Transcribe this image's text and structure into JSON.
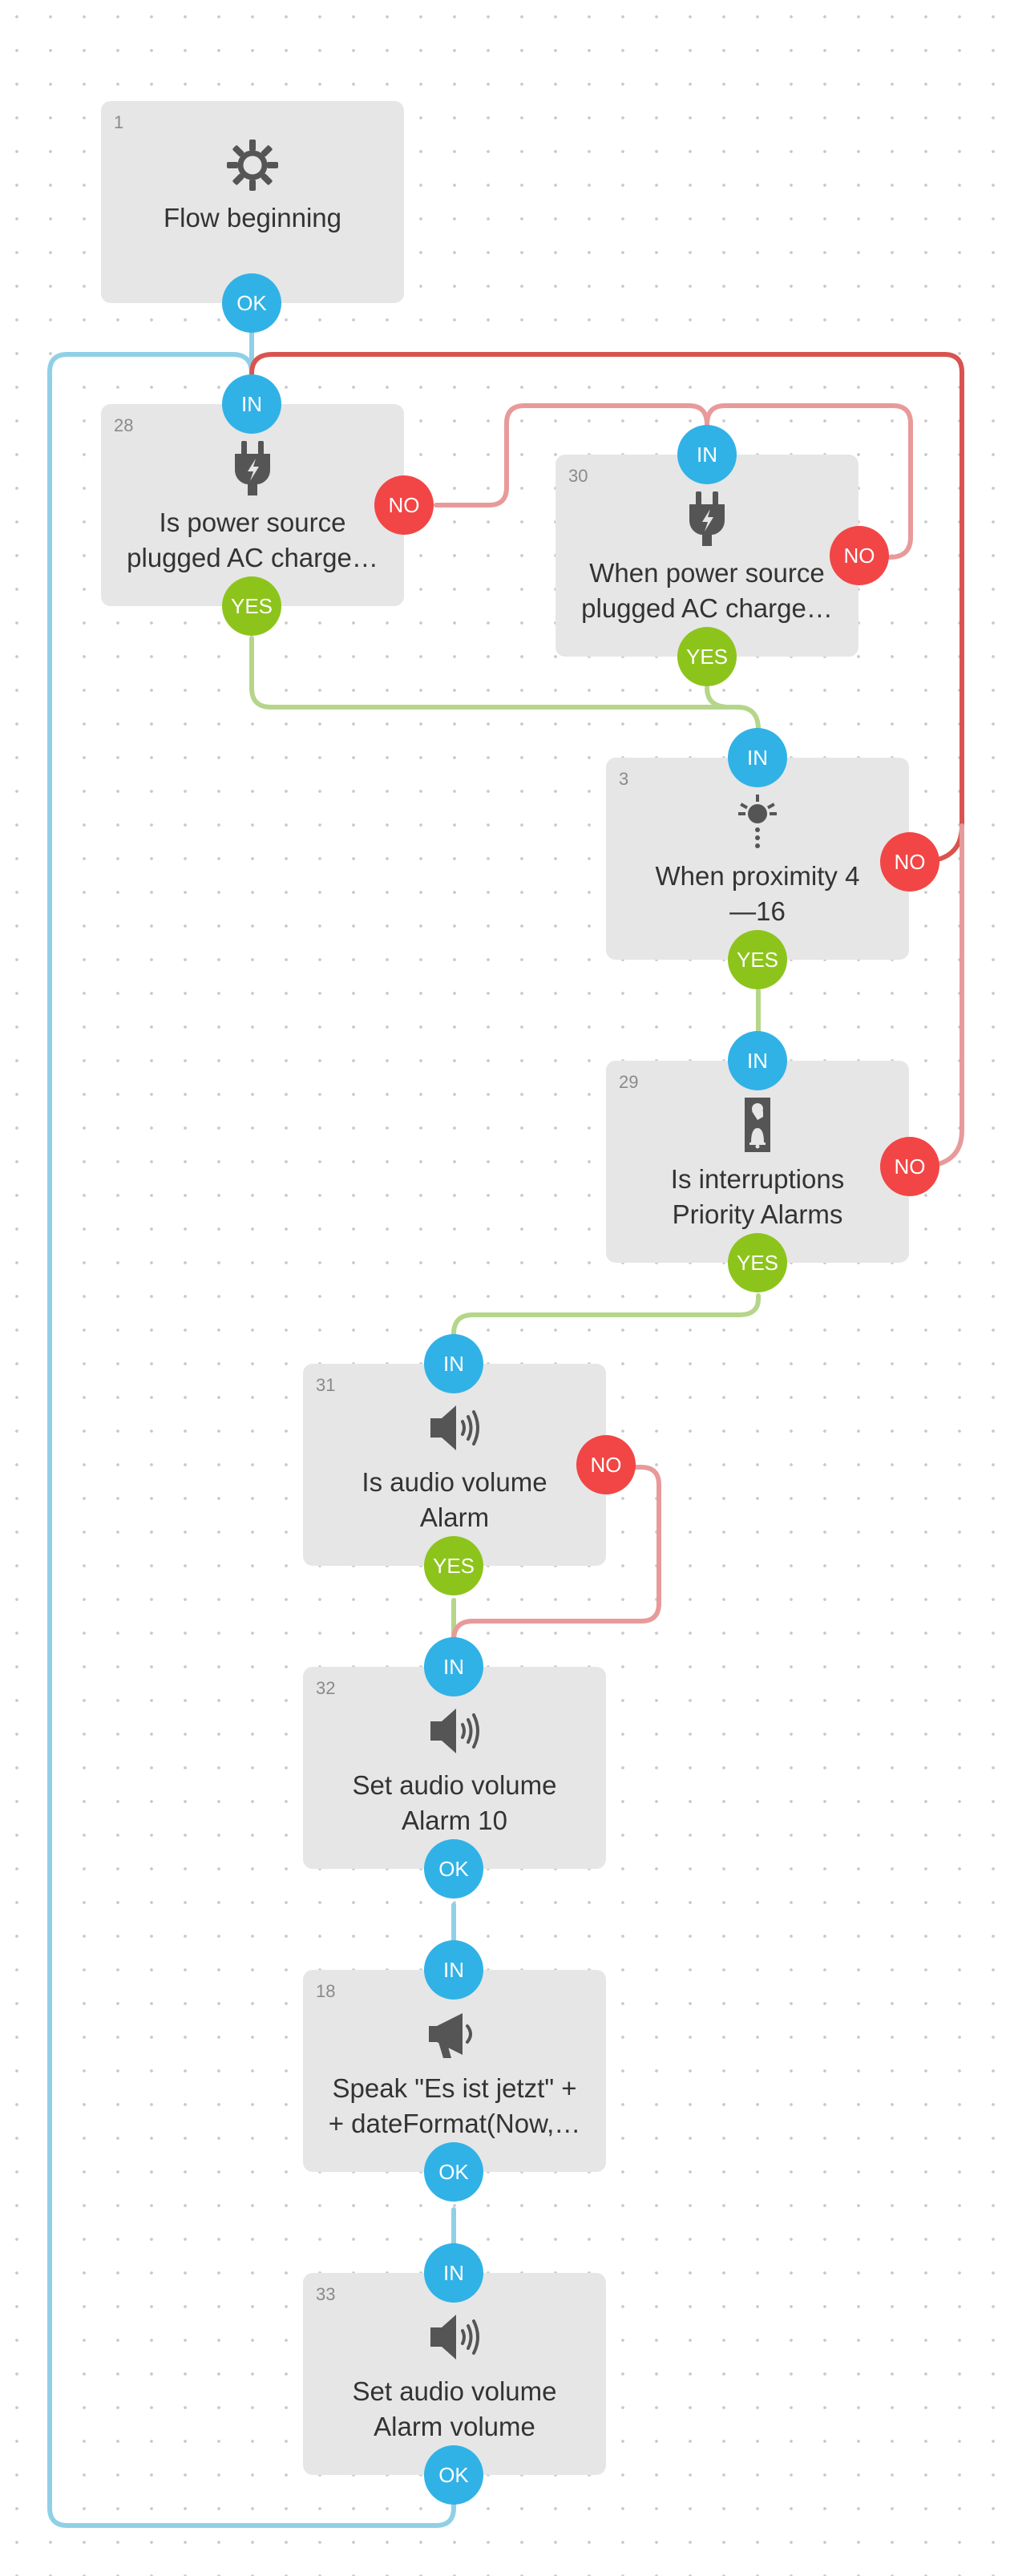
{
  "colors": {
    "in_port": "#30b2e6",
    "ok_port": "#30b2e6",
    "yes_port": "#8dc41c",
    "no_port": "#f24545",
    "wire_ok": "#8fd0e6",
    "wire_yes": "#b5d68a",
    "wire_no": "#e89a9a",
    "wire_no_strong": "#d9534f",
    "block_bg": "#e6e6e6"
  },
  "ports": {
    "in": "IN",
    "ok": "OK",
    "yes": "YES",
    "no": "NO"
  },
  "blocks": [
    {
      "id": "b1",
      "number": "1",
      "icon": "gear-icon",
      "label": [
        "Flow beginning"
      ]
    },
    {
      "id": "b28",
      "number": "28",
      "icon": "power-plug-icon",
      "label": [
        "Is power source",
        "plugged AC charge…"
      ]
    },
    {
      "id": "b30",
      "number": "30",
      "icon": "power-plug-icon",
      "label": [
        "When power source",
        "plugged AC charge…"
      ]
    },
    {
      "id": "b3",
      "number": "3",
      "icon": "proximity-icon",
      "label": [
        "When proximity 4",
        "—16"
      ]
    },
    {
      "id": "b29",
      "number": "29",
      "icon": "do-not-disturb-icon",
      "label": [
        "Is interruptions",
        "Priority Alarms"
      ]
    },
    {
      "id": "b31",
      "number": "31",
      "icon": "speaker-icon",
      "label": [
        "Is audio volume",
        "Alarm"
      ]
    },
    {
      "id": "b32",
      "number": "32",
      "icon": "speaker-icon",
      "label": [
        "Set audio volume",
        "Alarm 10"
      ]
    },
    {
      "id": "b18",
      "number": "18",
      "icon": "megaphone-icon",
      "label": [
        "Speak \"Es ist jetzt\" +",
        "+ dateFormat(Now,…"
      ]
    },
    {
      "id": "b33",
      "number": "33",
      "icon": "speaker-icon",
      "label": [
        "Set audio volume",
        "Alarm volume"
      ]
    }
  ]
}
